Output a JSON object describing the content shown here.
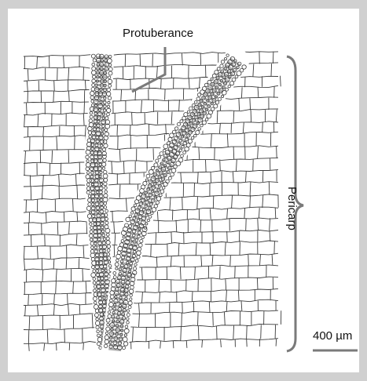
{
  "labels": {
    "protuberance": "Protuberance",
    "pericarp": "Pericarp",
    "scale": "400 µm"
  },
  "colors": {
    "ink": "#3a3a3a",
    "pointer": "#7a7a7a",
    "frame": "#d0d0d0"
  }
}
